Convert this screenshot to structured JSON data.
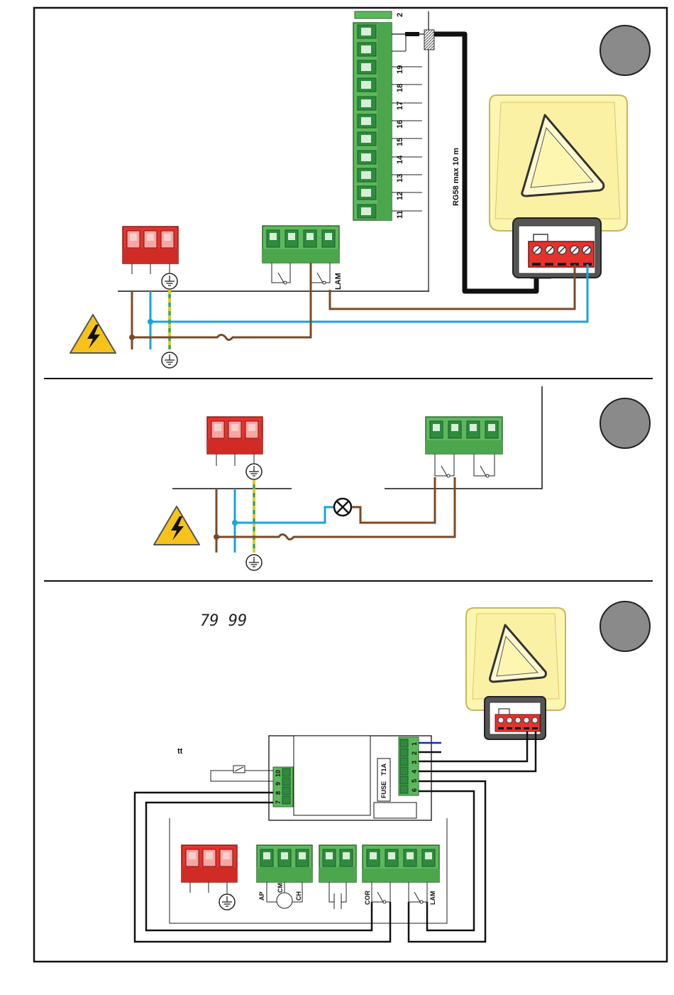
{
  "panels": [
    {
      "id": "panel-1"
    },
    {
      "id": "panel-2"
    },
    {
      "id": "panel-3"
    }
  ],
  "panel1": {
    "terminal_numbers": [
      "2",
      "19",
      "18",
      "17",
      "16",
      "15",
      "14",
      "13",
      "12",
      "11"
    ],
    "cable_label": "RG58 max 10 m",
    "lam_label": "LAM"
  },
  "panel3": {
    "display_digits": "79 99",
    "note_text": "tt",
    "fuse_label": "FUSE",
    "fuse_value": "T1A",
    "board_terminals_right": [
      "1",
      "2",
      "3",
      "4",
      "5",
      "6"
    ],
    "board_terminals_left": [
      "10",
      "9",
      "8",
      "7"
    ],
    "motor_labels": [
      "AP",
      "CM",
      "CH"
    ],
    "cor_label": "COR",
    "lam_label": "LAM"
  },
  "colors": {
    "red_block": "#e5322d",
    "green_block": "#5cb85c",
    "phase_brown": "#7a4a26",
    "neutral_blue": "#1aa3dd",
    "earth_yellow": "#e8c81a",
    "earth_green": "#3aa34a",
    "warning_yellow": "#f7c31b",
    "step_circle": "#8a8a8a",
    "lamp_yellow": "#fdf6b0"
  },
  "icons": [
    "warning-icon",
    "earth-icon",
    "fuse-icon",
    "lamp-icon",
    "motor-icon"
  ]
}
